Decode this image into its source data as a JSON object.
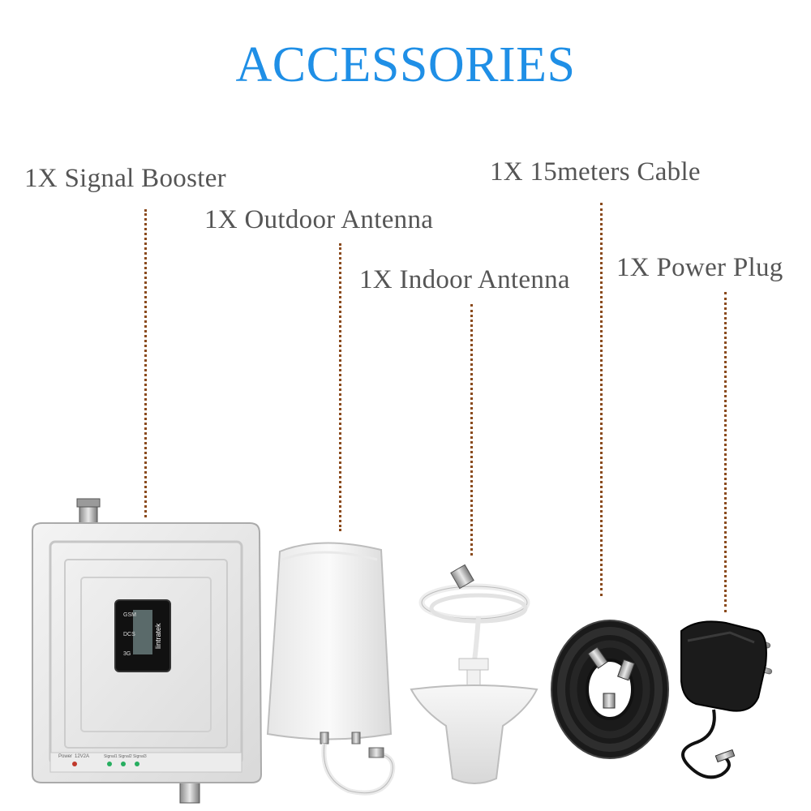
{
  "title": "ACCESSORIES",
  "items": [
    {
      "label": "1X Signal Booster",
      "icon": "signal-booster"
    },
    {
      "label": "1X Outdoor Antenna",
      "icon": "outdoor-antenna"
    },
    {
      "label": "1X Indoor Antenna",
      "icon": "indoor-antenna"
    },
    {
      "label": "1X 15meters Cable",
      "icon": "cable-coil"
    },
    {
      "label": "1X Power Plug",
      "icon": "power-adapter"
    }
  ],
  "booster": {
    "brand": "lintratek",
    "display_labels": [
      "GSM",
      "DCS",
      "3G"
    ],
    "panel_labels": [
      "Power",
      "12V2A",
      "Signal1",
      "Signal2",
      "Signal3"
    ]
  },
  "colors": {
    "title": "#1f8fe6",
    "label": "#555555",
    "leader": "#8a4a1c"
  }
}
